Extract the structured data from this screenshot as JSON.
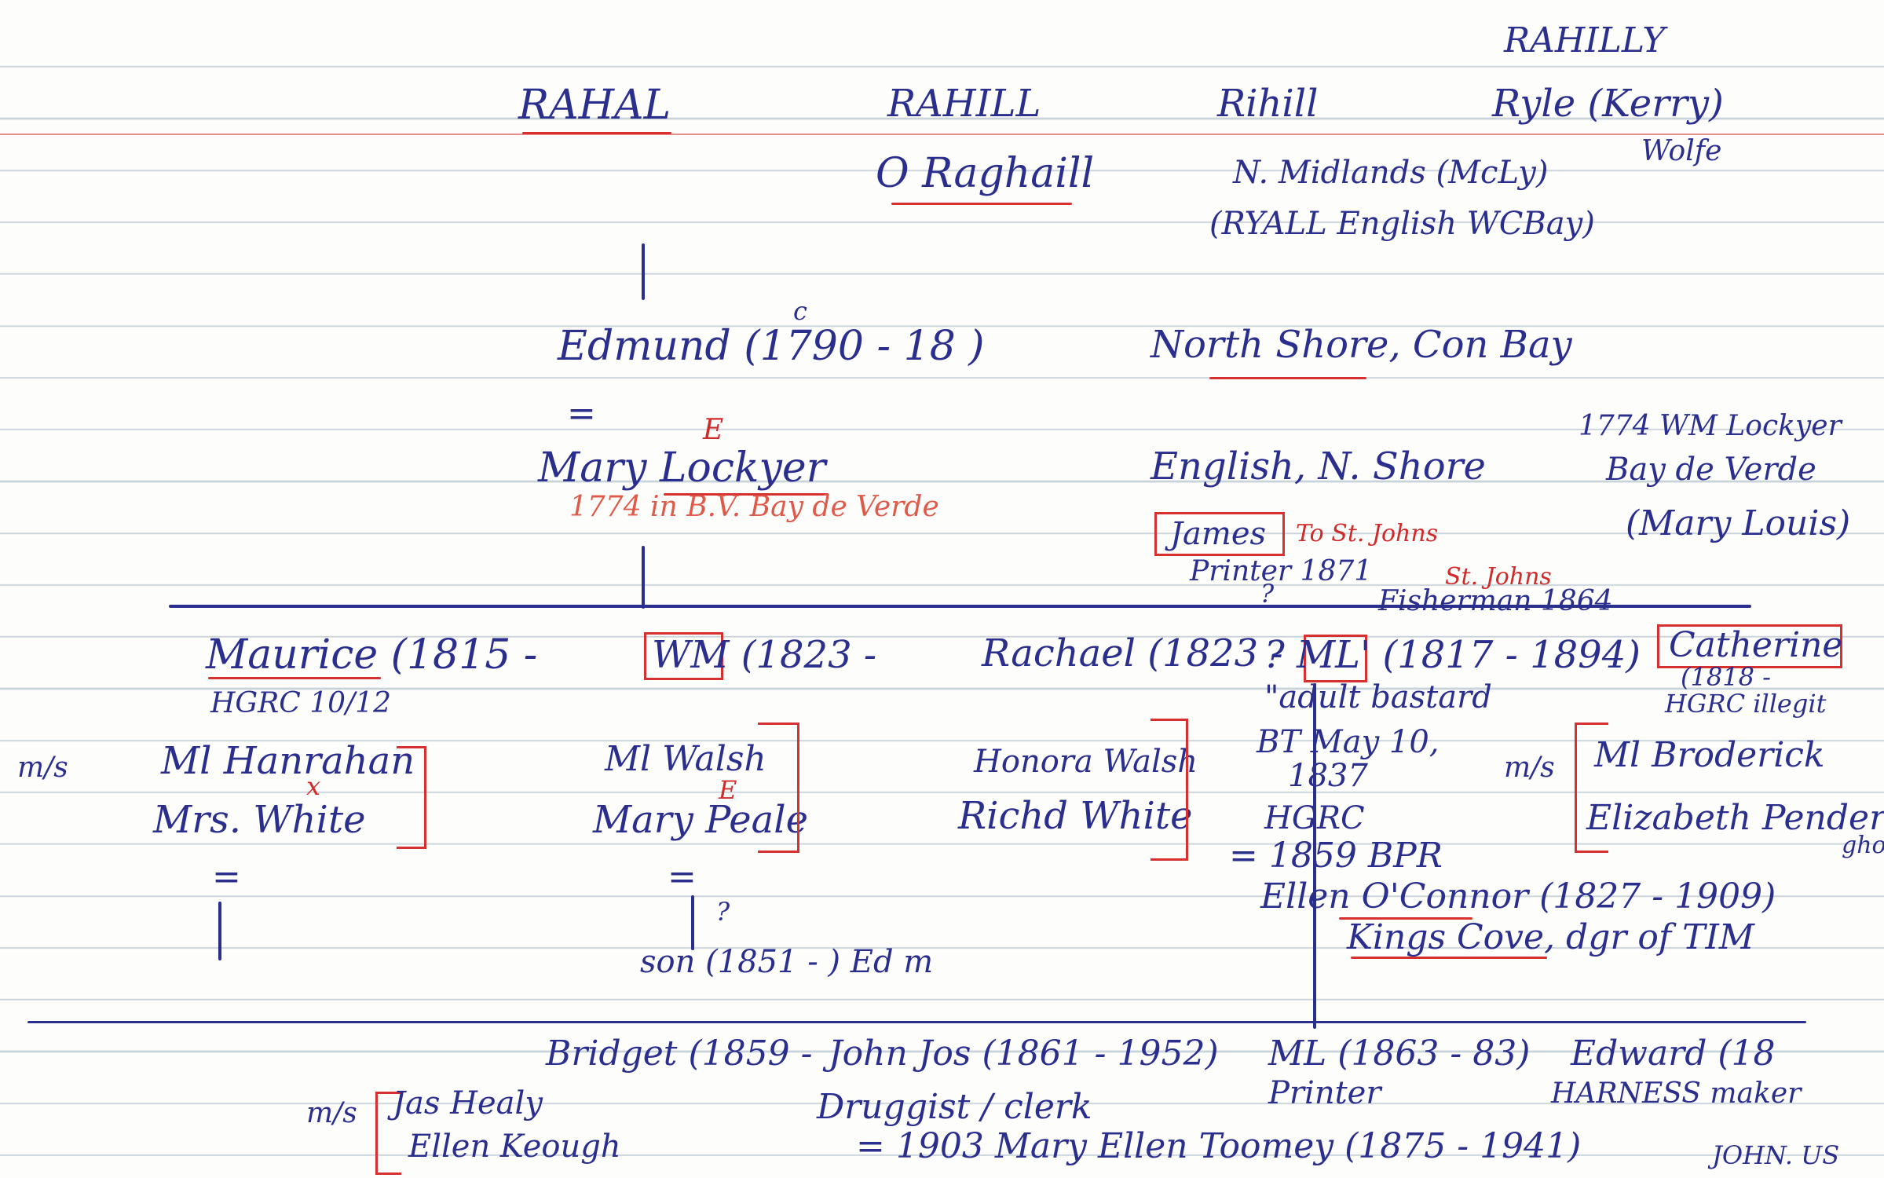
{
  "header": {
    "names": [
      "RAHAL",
      "RAHILL",
      "Rihill",
      "Ryle (Kerry)"
    ],
    "rahilly": "RAHILLY",
    "wolfe": "Wolfe",
    "gaelic": "O Raghaill",
    "midlands": "N. Midlands (McLy)",
    "ryall": "(RYALL English WCBay)"
  },
  "edmund": {
    "name": "Edmund (1790 - 18        )",
    "c": "c",
    "place": "North Shore, Con Bay",
    "equals": "=",
    "e_mark": "E"
  },
  "mary": {
    "name": "Mary Lockyer",
    "note": "1774 in B.V. Bay de Verde",
    "english": "English, N. Shore",
    "lockyer_note": "1774 WM Lockyer",
    "bay": "Bay de Verde",
    "louis": "(Mary Louis)",
    "james": "James",
    "to_st_johns": "To St. Johns",
    "printer": "Printer 1871",
    "question": "?",
    "st_johns": "St. Johns",
    "fisherman": "Fisherman 1864"
  },
  "children": [
    {
      "name": "Maurice (1815 -",
      "note": "HGRC 10/12",
      "spouses": [
        "Ml Hanrahan",
        "Mrs. White"
      ]
    },
    {
      "name": "WM (1823 -",
      "note": "",
      "spouses": [
        "Ml Walsh",
        "Mary Peale"
      ]
    },
    {
      "name": "Rachael (1823 -",
      "note": "",
      "spouses": [
        "Honora Walsh",
        "Richd White"
      ]
    },
    {
      "name": "? ML' (1817 - 1894)",
      "note": "\"adult bastard",
      "spouses": []
    },
    {
      "name": "Catherine",
      "note": "(1818 -",
      "extra": "HGRC illegit",
      "spouses": [
        "Ml Broderick",
        "Elizabeth Pender"
      ],
      "ghost": "ghost"
    }
  ],
  "ml_details": {
    "bt": "BT May 10,",
    "year": "1837",
    "hgrc": "HGRC",
    "marriage": "= 1859 BPR",
    "wife": "Ellen O'Connor (1827 - 1909)",
    "place": "Kings Cove, dgr of TIM"
  },
  "marks": {
    "mar": "m/s",
    "eq": "=",
    "x": "x",
    "e": "E",
    "q": "?"
  },
  "son": "son (1851 -   ) Ed m",
  "grandchildren": [
    {
      "name": "Bridget (1859 -",
      "spouses": [
        "Jas Healy",
        "Ellen Keough"
      ]
    },
    {
      "name": "John Jos (1861 - 1952)",
      "occupation": "Druggist / clerk",
      "marriage": "= 1903 Mary Ellen Toomey (1875 - 1941)"
    },
    {
      "name": "ML (1863 - 83)",
      "occupation": "Printer"
    },
    {
      "name": "Edward (18",
      "occupation": "HARNESS maker",
      "descendant": "JOHN. US"
    }
  ],
  "colors": {
    "ink_blue": "#2a2f8e",
    "ink_red": "#d02a2a",
    "rule": "#c9d3da",
    "margin": "#e9908a"
  }
}
